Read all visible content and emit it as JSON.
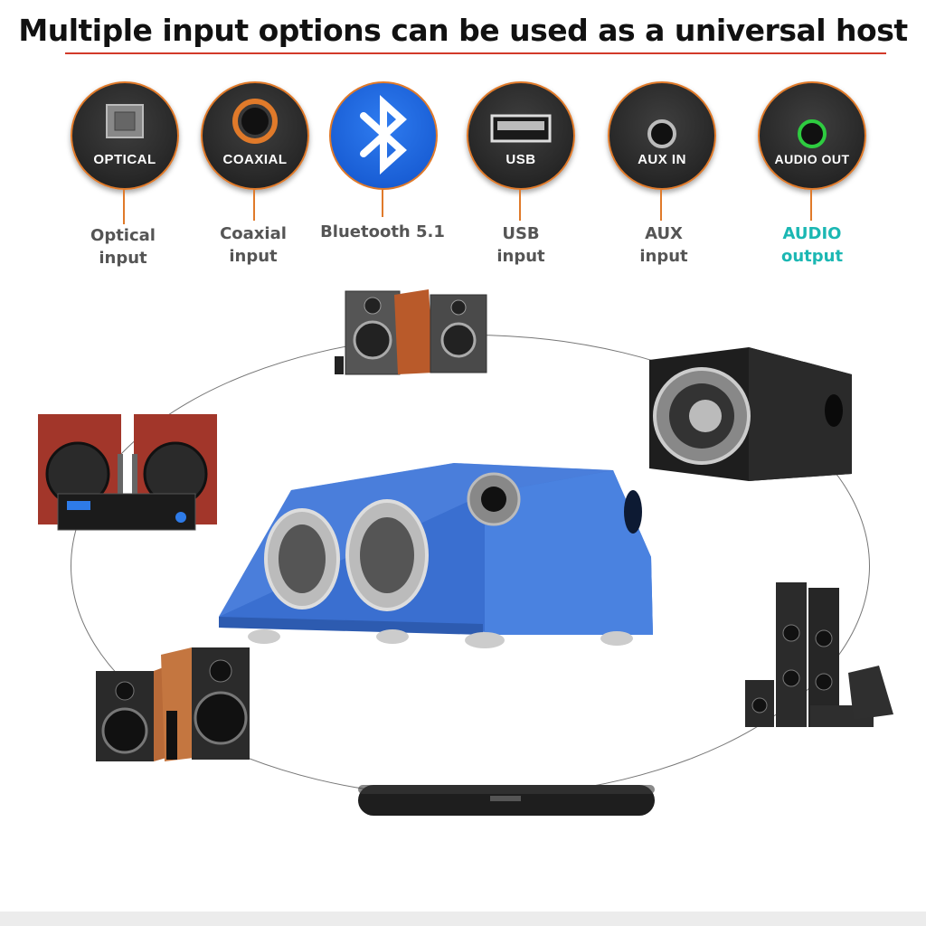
{
  "title": "Multiple input options can be used as a universal host",
  "ports": [
    {
      "icon": "optical-port-icon",
      "text": "OPTICAL",
      "label_lines": [
        "Optical",
        "input"
      ]
    },
    {
      "icon": "coaxial-port-icon",
      "text": "COAXIAL",
      "label_lines": [
        "Coaxial",
        "input"
      ]
    },
    {
      "icon": "bluetooth-icon",
      "text": "",
      "label_lines": [
        "Bluetooth 5.1"
      ]
    },
    {
      "icon": "usb-port-icon",
      "text": "USB",
      "label_lines": [
        "USB",
        "input"
      ]
    },
    {
      "icon": "aux-in-port-icon",
      "text": "AUX IN",
      "label_lines": [
        "AUX",
        "input"
      ]
    },
    {
      "icon": "audio-out-port-icon",
      "text": "AUDIO OUT",
      "label_lines": [
        "AUDIO",
        "output"
      ]
    }
  ],
  "colors": {
    "accent": "#e07a2a",
    "title_rule": "#d23a2a",
    "label": "#555555",
    "audio_output_label": "#1bb7b3",
    "speaker_blue": "#3a6fd0",
    "bluetooth": "#1a5fd6"
  }
}
